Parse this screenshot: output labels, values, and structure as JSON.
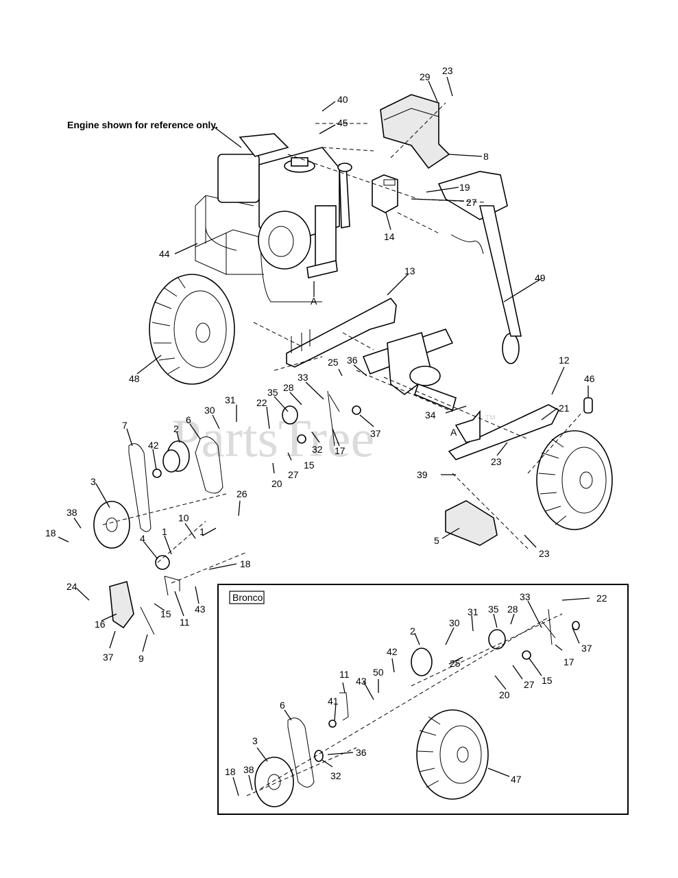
{
  "diagram": {
    "note": "Engine shown for reference only.",
    "watermark": "PartsTree",
    "watermark_tm": "TM",
    "ref_marks": [
      "A",
      "A"
    ],
    "inset_title": "Bronco",
    "callouts": [
      "40",
      "45",
      "29",
      "23",
      "8",
      "19",
      "27",
      "14",
      "44",
      "13",
      "49",
      "48",
      "25",
      "36",
      "33",
      "28",
      "35",
      "22",
      "31",
      "30",
      "6",
      "7",
      "2",
      "42",
      "3",
      "38",
      "18",
      "4",
      "1",
      "10",
      "1",
      "26",
      "18",
      "24",
      "16",
      "15",
      "9",
      "11",
      "43",
      "37",
      "32",
      "17",
      "37",
      "15",
      "27",
      "20",
      "34",
      "12",
      "21",
      "46",
      "A",
      "23",
      "39",
      "5",
      "23",
      "22",
      "33",
      "28",
      "35",
      "31",
      "30",
      "2",
      "42",
      "25",
      "37",
      "17",
      "15",
      "27",
      "20",
      "11",
      "50",
      "43",
      "41",
      "6",
      "36",
      "32",
      "3",
      "38",
      "18",
      "47"
    ]
  }
}
